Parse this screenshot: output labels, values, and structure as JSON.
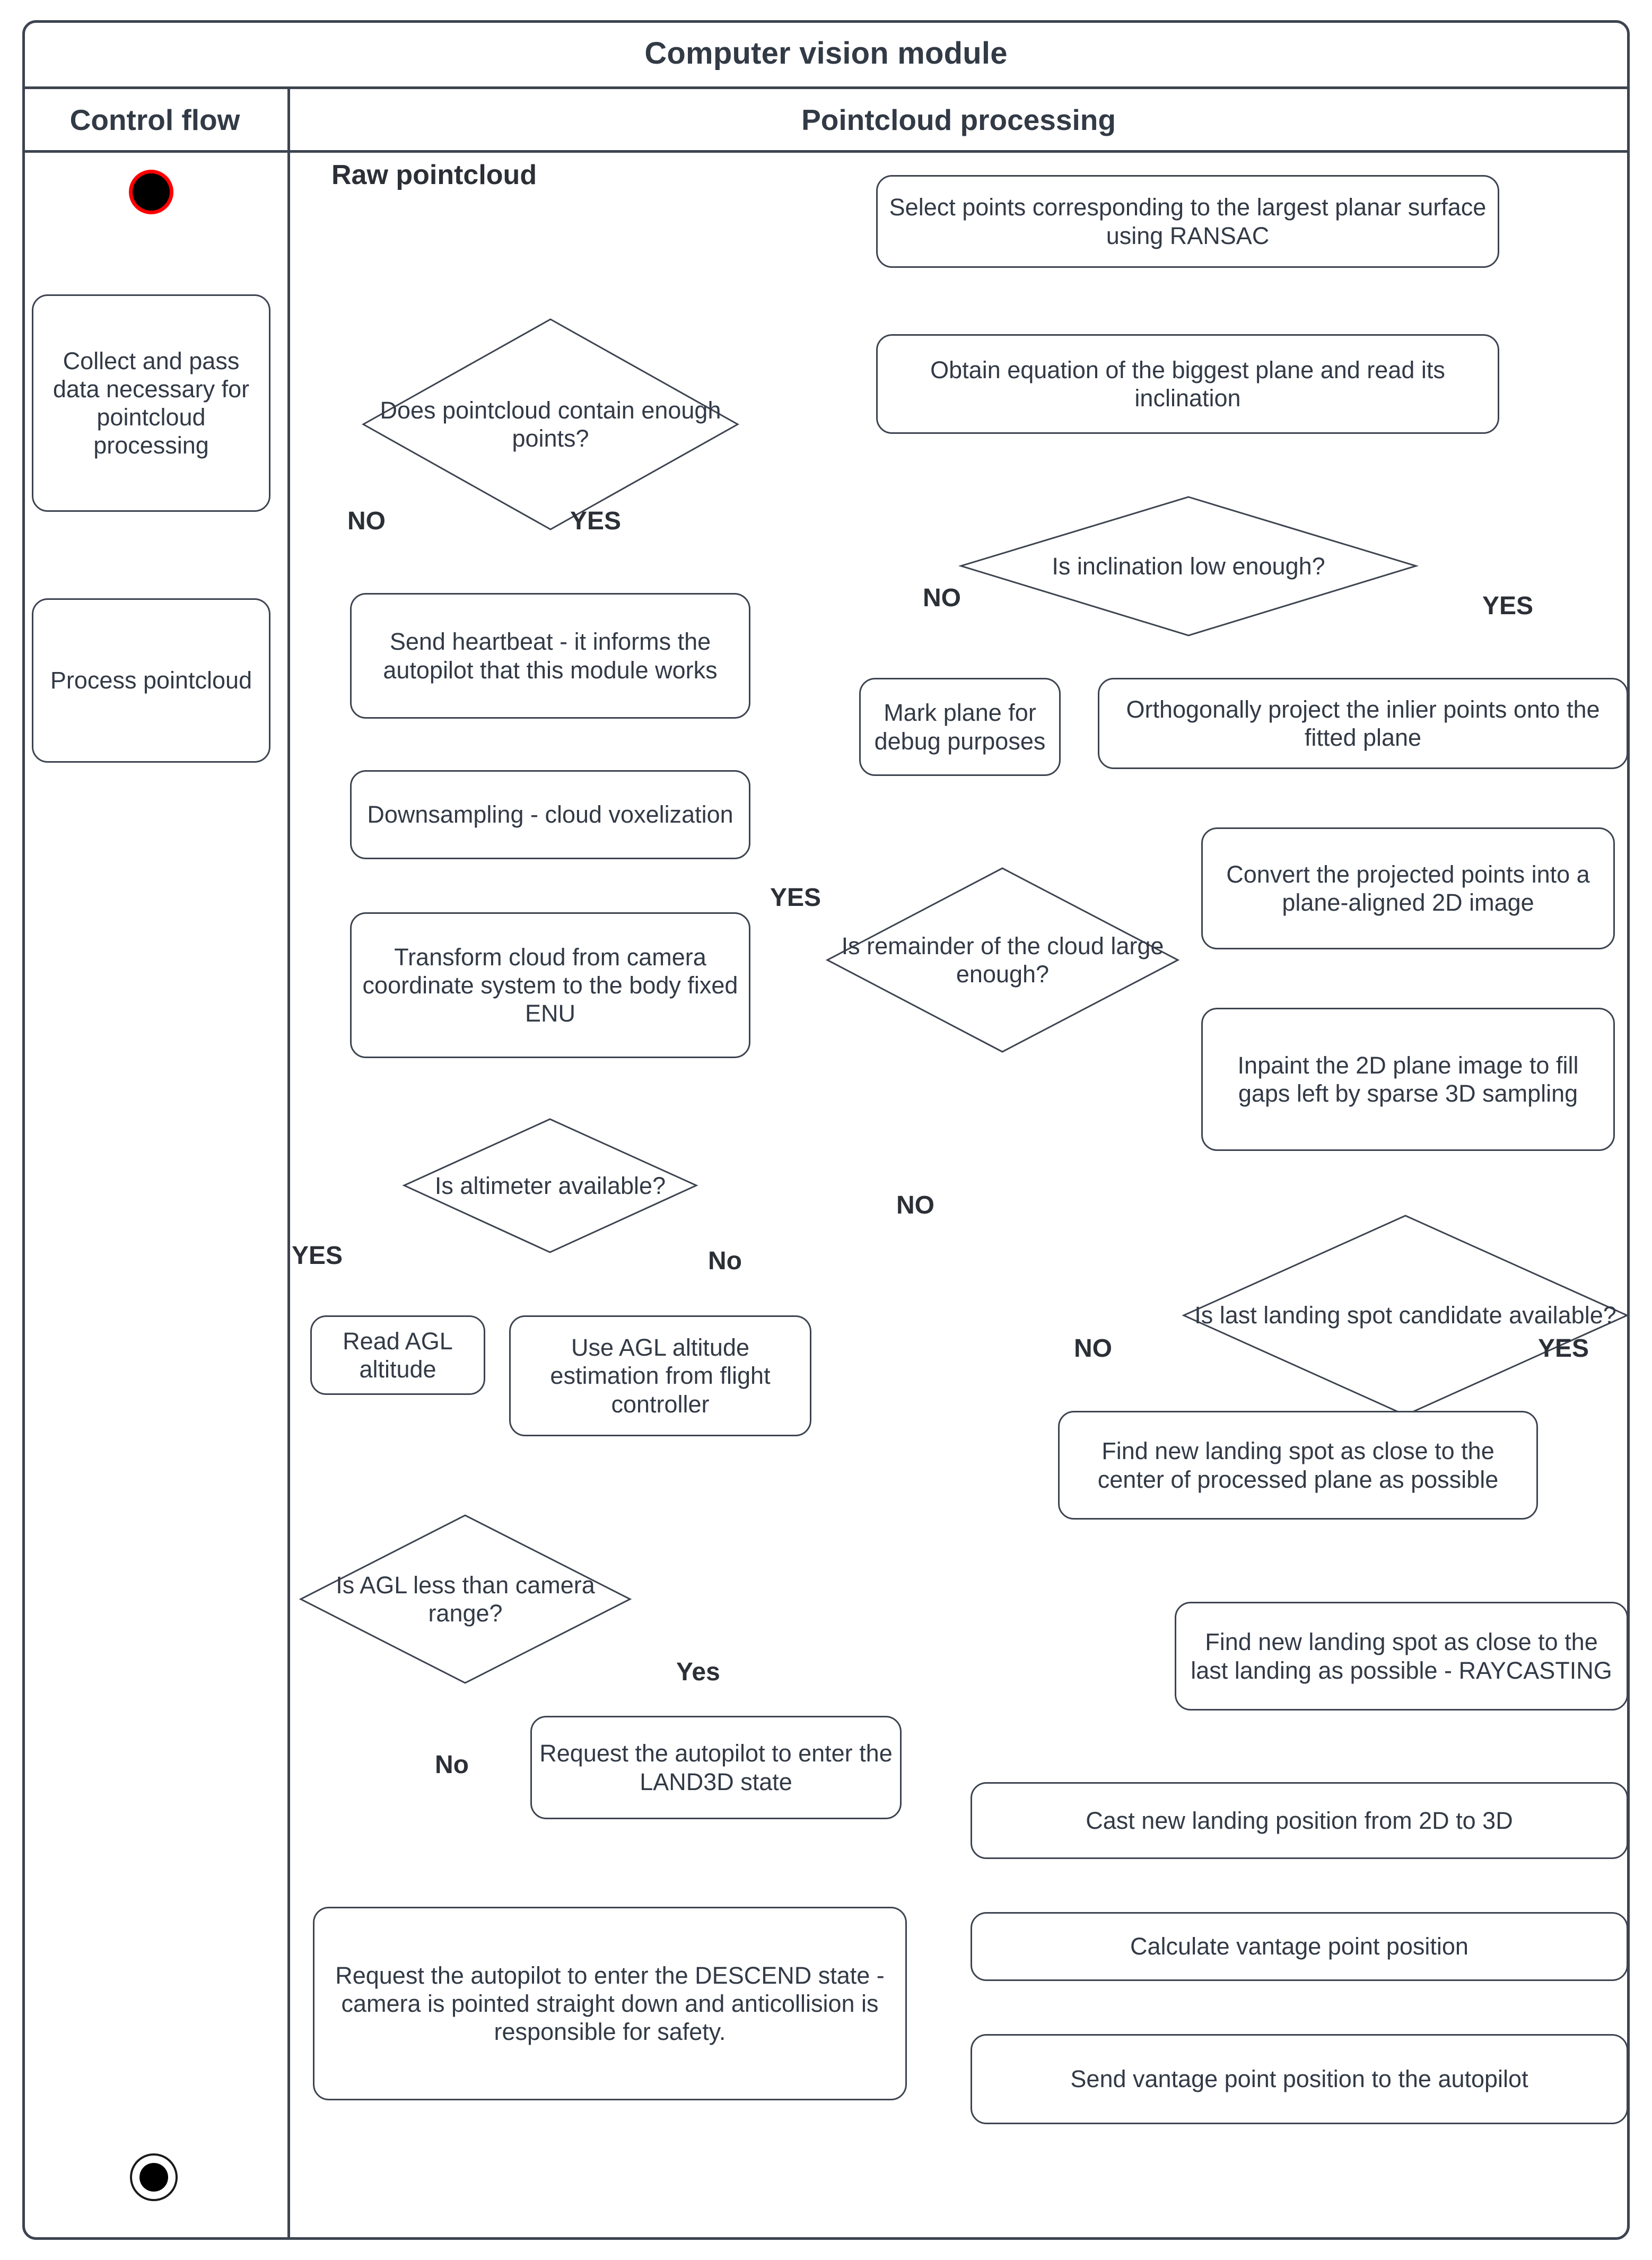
{
  "frame": {
    "title": "Computer vision module",
    "lanes": [
      {
        "name": "control-flow",
        "label": "Control flow"
      },
      {
        "name": "pointcloud-processing",
        "label": "Pointcloud processing"
      }
    ]
  },
  "colors": {
    "stroke": "#3d4450",
    "text": "#323a46",
    "start_fill": "#000000",
    "start_ring": "#ff0000",
    "background": "#ffffff"
  },
  "annotations": {
    "raw_pointcloud": "Raw pointcloud"
  },
  "control_flow": {
    "start_node": "start",
    "end_node": "end",
    "actions": [
      {
        "id": "collect",
        "text": "Collect and pass data necessary for pointcloud processing"
      },
      {
        "id": "process",
        "text": "Process pointcloud"
      }
    ]
  },
  "pointcloud_processing": {
    "decisions": [
      {
        "id": "enough-points",
        "text": "Does pointcloud contain enough points?",
        "yes": "YES",
        "no": "NO"
      },
      {
        "id": "altimeter-available",
        "text": "Is altimeter available?",
        "yes": "YES",
        "no": "No"
      },
      {
        "id": "agl-less-than-camera-range",
        "text": "Is AGL less than camera range?",
        "yes": "Yes",
        "no": "No"
      },
      {
        "id": "inclination-low",
        "text": "Is inclination low enough?",
        "yes": "YES",
        "no": "NO"
      },
      {
        "id": "remainder-large",
        "text": "Is remainder of the cloud large enough?",
        "yes": "YES",
        "no": "NO"
      },
      {
        "id": "last-landing-spot",
        "text": "Is last landing spot candidate available?",
        "yes": "YES",
        "no": "NO"
      }
    ],
    "actions": [
      {
        "id": "send-heartbeat",
        "text": "Send heartbeat - it informs the autopilot that this module works"
      },
      {
        "id": "downsampling",
        "text": "Downsampling - cloud voxelization"
      },
      {
        "id": "transform-cloud",
        "text": "Transform cloud from camera coordinate system to the body fixed ENU"
      },
      {
        "id": "read-agl",
        "text": "Read AGL altitude"
      },
      {
        "id": "use-agl-estimation",
        "text": "Use AGL altitude estimation from flight controller"
      },
      {
        "id": "request-land3d",
        "text": "Request the autopilot to enter the LAND3D state"
      },
      {
        "id": "request-descend",
        "text": "Request the autopilot to enter the DESCEND state - camera is pointed straight down and anticollision is responsible for safety."
      },
      {
        "id": "select-points-ransac",
        "text": "Select points corresponding to the largest planar surface using RANSAC"
      },
      {
        "id": "obtain-plane-equation",
        "text": "Obtain equation of the biggest plane and read its inclination"
      },
      {
        "id": "mark-plane-debug",
        "text": "Mark plane for debug purposes"
      },
      {
        "id": "orthogonal-project",
        "text": "Orthogonally project the inlier points onto the fitted plane"
      },
      {
        "id": "convert-2d-image",
        "text": "Convert the projected points into a plane-aligned 2D image"
      },
      {
        "id": "inpaint-2d",
        "text": "Inpaint the 2D plane image to fill gaps left by sparse 3D sampling"
      },
      {
        "id": "find-spot-center",
        "text": "Find new landing spot as close to the center of processed plane as possible"
      },
      {
        "id": "find-spot-raycasting",
        "text": "Find new landing spot as close to the last landing as possible - RAYCASTING"
      },
      {
        "id": "cast-2d-to-3d",
        "text": "Cast new landing position from 2D to 3D"
      },
      {
        "id": "calc-vantage",
        "text": "Calculate vantage point position"
      },
      {
        "id": "send-vantage",
        "text": "Send vantage point position to the autopilot"
      }
    ]
  }
}
